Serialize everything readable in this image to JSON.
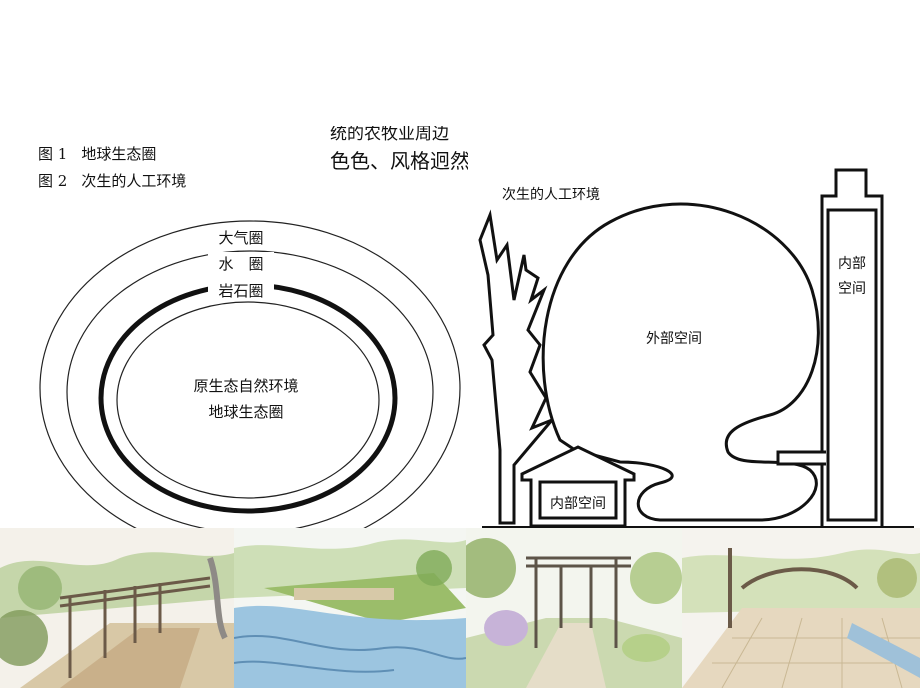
{
  "captions": [
    {
      "num": "图 1",
      "text": "地球生态圈"
    },
    {
      "num": "图 2",
      "text": "次生的人工环境"
    }
  ],
  "cut_text": {
    "line1": "统的农牧业周边",
    "line2": "色色、风格迥然"
  },
  "figure1": {
    "rings": [
      "大气圈",
      "水　圈",
      "岩石圈"
    ],
    "center_line1": "原生态自然环境",
    "center_line2": "地球生态圈"
  },
  "figure2": {
    "title": "次生的人工环境",
    "outer_label": "外部空间",
    "tower_label_line1": "内部",
    "tower_label_line2": "空间",
    "house_label": "内部空间"
  },
  "sketches": [
    {
      "name": "pergola-walkway-sketch",
      "palette": [
        "#c9b79a",
        "#7f9a5a",
        "#a8c3d6"
      ]
    },
    {
      "name": "waterside-terrace-sketch",
      "palette": [
        "#6fa3c8",
        "#9bbd6a",
        "#d7c9a8"
      ]
    },
    {
      "name": "garden-arbor-sketch",
      "palette": [
        "#8fae62",
        "#c7b3d8",
        "#bfae8c"
      ]
    },
    {
      "name": "plaza-pavilion-sketch",
      "palette": [
        "#d9c7a6",
        "#9fc1d9",
        "#a7b86f"
      ]
    }
  ]
}
